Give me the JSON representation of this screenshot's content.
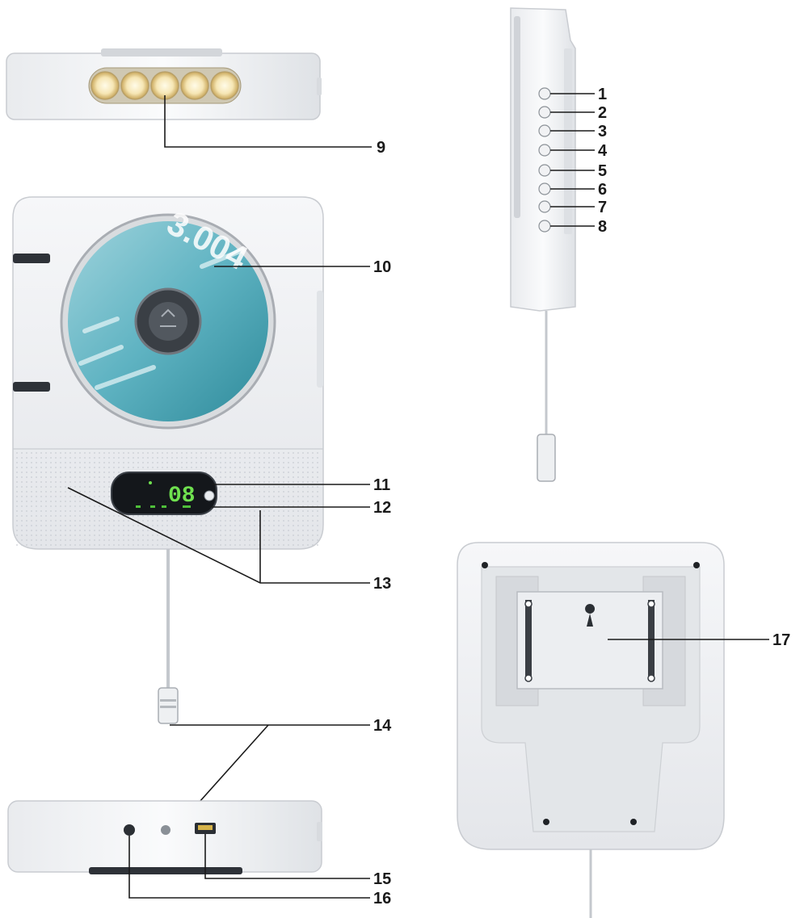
{
  "diagram": {
    "callouts": [
      "1",
      "2",
      "3",
      "4",
      "5",
      "6",
      "7",
      "8",
      "9",
      "10",
      "11",
      "12",
      "13",
      "14",
      "15",
      "16",
      "17"
    ],
    "display": {
      "readout": "08"
    },
    "disc": {
      "print": "3.004"
    }
  }
}
